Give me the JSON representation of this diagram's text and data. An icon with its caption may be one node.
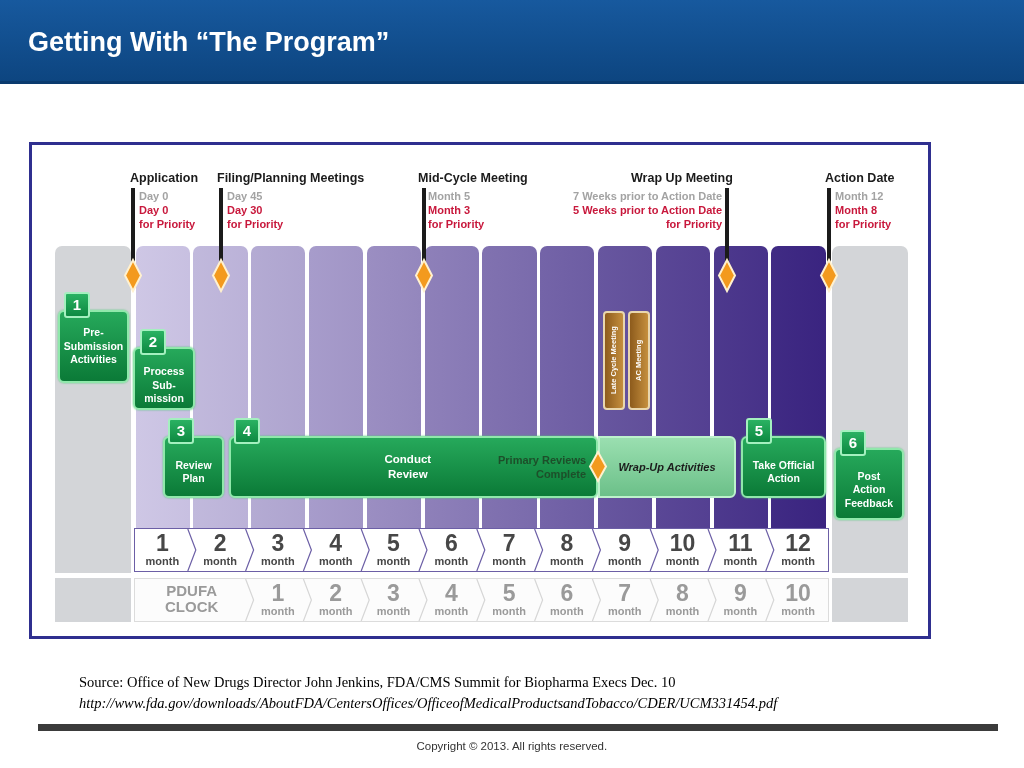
{
  "diagram": {
    "title": "Getting With “The Program”",
    "nodes": [
      {
        "text": [
          "Application",
          "Day 0",
          "Day 0 for Priority"
        ]
      },
      {
        "text": [
          "Filing/Planning Meetings",
          "Day 45",
          "Day 30 for Priority"
        ]
      },
      {
        "text": [
          "Mid-Cycle Meeting",
          "Month 5",
          "Month 3 for Priority"
        ]
      },
      {
        "text": [
          "Wrap Up Meeting",
          "7 Weeks prior to Action Date",
          "5 Weeks prior to Action Date for Priority"
        ]
      },
      {
        "text": [
          "Action Date",
          "Month 12",
          "Month 8 for Priority"
        ]
      },
      {
        "text": [
          "1",
          "Pre-Submission Activities"
        ]
      },
      {
        "text": [
          "2",
          "Process Sub-mission"
        ]
      },
      {
        "text": [
          "Late Cycle Meeting"
        ]
      },
      {
        "text": [
          "AC Meeting"
        ]
      },
      {
        "text": [
          "3",
          "Review Plan"
        ]
      },
      {
        "text": [
          "4",
          "Conduct Review",
          "Primary Reviews Complete"
        ]
      },
      {
        "text": [
          "Wrap-Up Activities"
        ]
      },
      {
        "text": [
          "5",
          "Take Official Action"
        ]
      },
      {
        "text": [
          "6",
          "Post Action Feedback"
        ]
      }
    ],
    "labels": [
      "1 month",
      "2 month",
      "3 month",
      "4 month",
      "5 month",
      "6 month",
      "7 month",
      "8 month",
      "9 month",
      "10 month",
      "11 month",
      "12 month",
      "PDUFA CLOCK",
      "1 month",
      "2 month",
      "3 month",
      "4 month",
      "5 month",
      "6 month",
      "7 month",
      "8 month",
      "9 month",
      "10 month",
      "Source: Office of New Drugs Director John Jenkins, FDA/CMS Summit for Biopharma Execs Dec. 10",
      "http://www.fda.gov/downloads/AboutFDA/CentersOffices/OfficeofMedicalProductsandTobacco/CDER/UCM331454.pdf",
      "Copyright © 2013. All rights reserved."
    ]
  }
}
